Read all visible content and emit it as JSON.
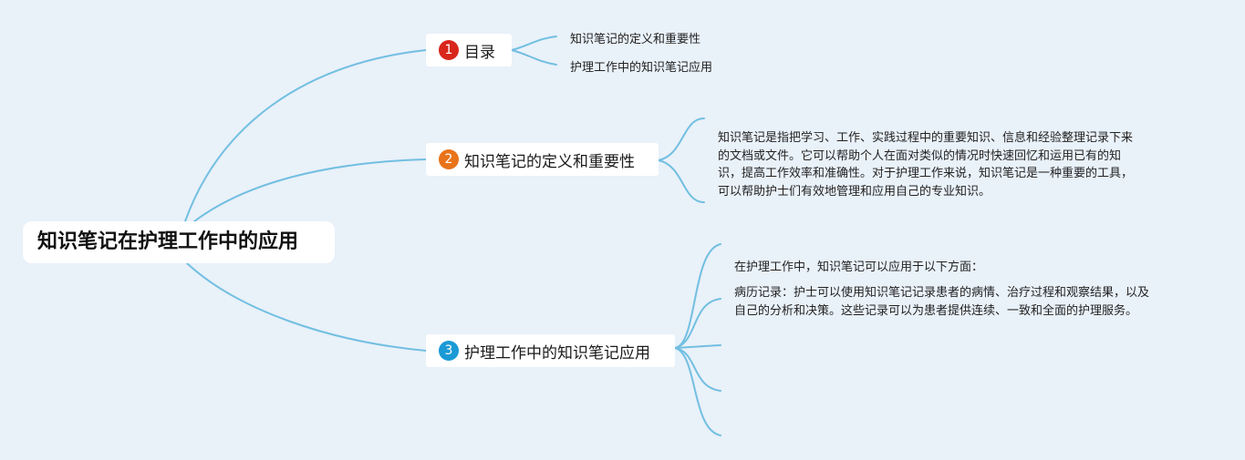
{
  "root": {
    "title": "知识笔记在护理工作中的应用"
  },
  "branches": [
    {
      "number": "1",
      "label": "目录",
      "badge_color": "#d9261c",
      "children": [
        "知识笔记的定义和重要性",
        "护理工作中的知识笔记应用"
      ]
    },
    {
      "number": "2",
      "label": "知识笔记的定义和重要性",
      "badge_color": "#e8731a",
      "paragraph": [
        "知识笔记是指把学习、工作、实践过程中的重要知识、信息和经验整理记录下来",
        "的文档或文件。它可以帮助个人在面对类似的情况时快速回忆和运用已有的知",
        "识，提高工作效率和准确性。对于护理工作来说，知识笔记是一种重要的工具，",
        "可以帮助护士们有效地管理和应用自己的专业知识。"
      ]
    },
    {
      "number": "3",
      "label": "护理工作中的知识笔记应用",
      "badge_color": "#1b9ad6",
      "intro": "在护理工作中，知识笔记可以应用于以下方面：",
      "item1": [
        "病历记录：护士可以使用知识笔记记录患者的病情、治疗过程和观察结果，以及",
        "自己的分析和决策。这些记录可以为患者提供连续、一致和全面的护理服务。"
      ]
    }
  ],
  "colors": {
    "background": "#e9f1f9",
    "line": "#72bfe1"
  }
}
